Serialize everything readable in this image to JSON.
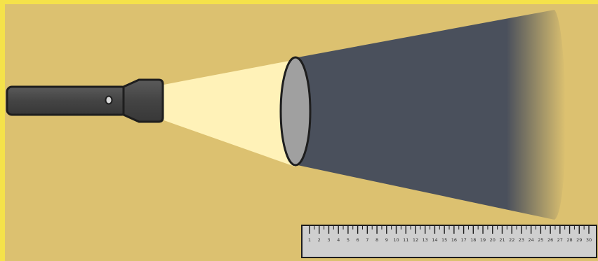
{
  "colors": {
    "frame": "#f5e24a",
    "background": "#dcc170",
    "flashlight_body": "#4a4a4a",
    "light_beam": "#fff2b8",
    "shadow": "#4a505c",
    "disc_fill": "#a0a0a0",
    "ruler_fill": "#cfcfcf",
    "outline": "#1e1e1e"
  },
  "icons": {
    "flashlight": "flashlight-icon",
    "disc": "disc-object",
    "ruler": "ruler-icon"
  },
  "ruler": {
    "numbers": [
      "1",
      "2",
      "3",
      "4",
      "5",
      "6",
      "7",
      "8",
      "9",
      "10",
      "11",
      "12",
      "13",
      "14",
      "15",
      "16",
      "17",
      "18",
      "19",
      "20",
      "21",
      "22",
      "23",
      "24",
      "25",
      "26",
      "27",
      "28",
      "29",
      "30"
    ]
  }
}
